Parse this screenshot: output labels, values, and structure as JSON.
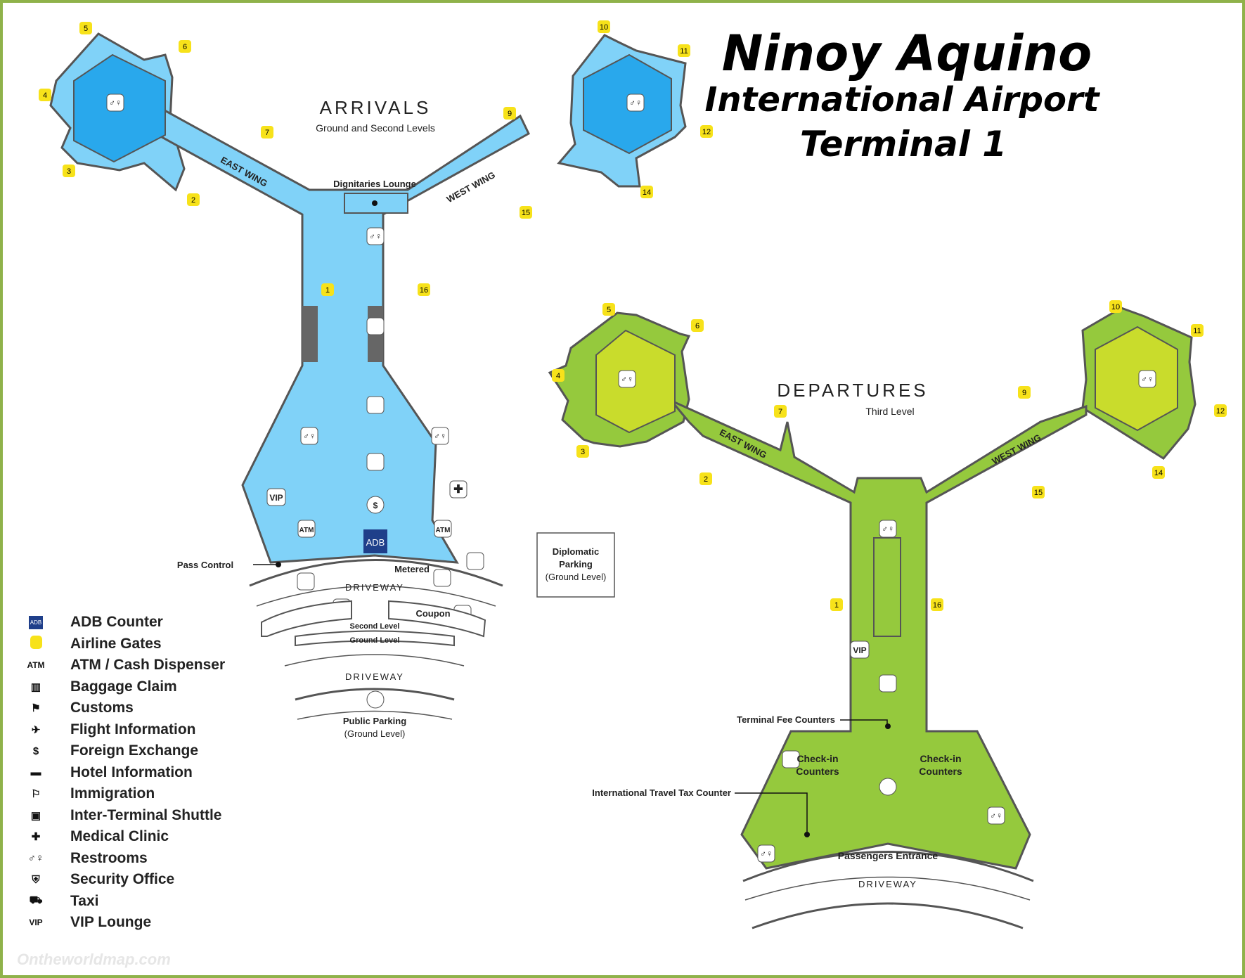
{
  "title": {
    "line1": "Ninoy Aquino",
    "line2": "International Airport",
    "line3": "Terminal 1"
  },
  "colors": {
    "frame": "#8fb24a",
    "arrivals_floor": "#80d2f8",
    "arrivals_hub": "#29a8ec",
    "departures_floor": "#95c93d",
    "departures_hub": "#c9dc2c",
    "gate_badge": "#f7e21a",
    "adb": "#1f3f8a"
  },
  "arrivals": {
    "heading": "ARRIVALS",
    "subheading": "Ground and Second Levels",
    "east_wing": "EAST WING",
    "west_wing": "WEST WING",
    "dignitaries_lounge": "Dignitaries Lounge",
    "pass_control": "Pass Control",
    "metered": "Metered",
    "driveway": "DRIVEWAY",
    "coupon": "Coupon",
    "second_level": "Second Level",
    "ground_level": "Ground Level",
    "driveway2": "DRIVEWAY",
    "public_parking": "Public Parking",
    "public_parking_level": "(Ground Level)",
    "adb": "ADB",
    "vip": "VIP",
    "atm": "ATM",
    "gates": [
      "5",
      "6",
      "4",
      "3",
      "2",
      "7",
      "1",
      "16",
      "10",
      "11",
      "9",
      "12",
      "14",
      "15"
    ]
  },
  "diplomatic_parking": {
    "line1": "Diplomatic",
    "line2": "Parking",
    "line3": "(Ground Level)"
  },
  "departures": {
    "heading": "DEPARTURES",
    "subheading": "Third Level",
    "east_wing": "EAST WING",
    "west_wing": "WEST WING",
    "terminal_fee": "Terminal Fee Counters",
    "travel_tax": "International Travel Tax Counter",
    "checkin_l1": "Check-in",
    "checkin_l2": "Counters",
    "checkin_r1": "Check-in",
    "checkin_r2": "Counters",
    "passengers_entrance": "Passengers Entrance",
    "driveway": "DRIVEWAY",
    "vip": "VIP",
    "gates": [
      "5",
      "6",
      "4",
      "3",
      "2",
      "7",
      "9",
      "10",
      "11",
      "12",
      "14",
      "15",
      "1",
      "16"
    ]
  },
  "legend": [
    {
      "icon": "adb-icon",
      "glyph": "ADB",
      "label": "ADB Counter"
    },
    {
      "icon": "gate-icon",
      "glyph": "",
      "label": "Airline Gates"
    },
    {
      "icon": "atm-icon",
      "glyph": "ATM",
      "label": "ATM / Cash Dispenser"
    },
    {
      "icon": "baggage-icon",
      "glyph": "▥",
      "label": "Baggage Claim"
    },
    {
      "icon": "customs-icon",
      "glyph": "⚑",
      "label": "Customs"
    },
    {
      "icon": "flight-info-icon",
      "glyph": "✈",
      "label": "Flight Information"
    },
    {
      "icon": "exchange-icon",
      "glyph": "$",
      "label": "Foreign Exchange"
    },
    {
      "icon": "hotel-icon",
      "glyph": "▬",
      "label": "Hotel Information"
    },
    {
      "icon": "immigration-icon",
      "glyph": "⚐",
      "label": "Immigration"
    },
    {
      "icon": "shuttle-icon",
      "glyph": "▣",
      "label": "Inter-Terminal Shuttle"
    },
    {
      "icon": "medical-icon",
      "glyph": "✚",
      "label": "Medical  Clinic"
    },
    {
      "icon": "restroom-icon",
      "glyph": "♂♀",
      "label": "Restrooms"
    },
    {
      "icon": "security-icon",
      "glyph": "⛨",
      "label": "Security Office"
    },
    {
      "icon": "taxi-icon",
      "glyph": "⛟",
      "label": "Taxi"
    },
    {
      "icon": "vip-icon",
      "glyph": "VIP",
      "label": "VIP Lounge"
    }
  ],
  "watermark": "Ontheworldmap.com"
}
